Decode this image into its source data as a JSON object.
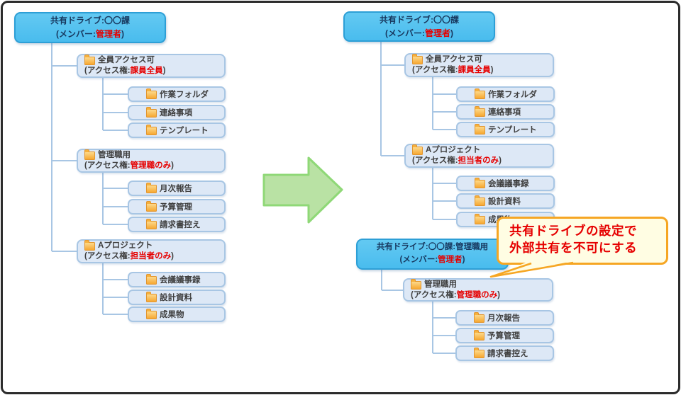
{
  "palette": {
    "root_fill": "#49bcee",
    "root_border": "#2d9fd6",
    "root_text": "#17375e",
    "node_fill": "#dde8f6",
    "node_border": "#a8c6e4",
    "node_text": "#3f3f3f",
    "highlight_red": "#e60000",
    "arrow_fill": "#b9e2a4",
    "arrow_border": "#8fd877",
    "callout_fill": "#fffde3",
    "callout_border": "#f6a623",
    "folder_icon": "#f6a832"
  },
  "left": {
    "root": {
      "title": "共有ドライブ:〇〇課",
      "member_prefix": "(メンバー:",
      "member": "管理者",
      "suffix": ")"
    },
    "groups": [
      {
        "name": "全員アクセス可",
        "access_prefix": "(アクセス権:",
        "access": "課員全員",
        "suffix": ")",
        "children": [
          "作業フォルダ",
          "連絡事項",
          "テンプレート"
        ]
      },
      {
        "name": "管理職用",
        "access_prefix": "(アクセス権:",
        "access": "管理職のみ",
        "suffix": ")",
        "children": [
          "月次報告",
          "予算管理",
          "請求書控え"
        ]
      },
      {
        "name": "Aプロジェクト",
        "access_prefix": "(アクセス権:",
        "access": "担当者のみ",
        "suffix": ")",
        "children": [
          "会議議事録",
          "設計資料",
          "成果物"
        ]
      }
    ]
  },
  "right": {
    "root": {
      "title": "共有ドライブ:〇〇課",
      "member_prefix": "(メンバー:",
      "member": "管理者",
      "suffix": ")"
    },
    "groups": [
      {
        "name": "全員アクセス可",
        "access_prefix": "(アクセス権:",
        "access": "課員全員",
        "suffix": ")",
        "children": [
          "作業フォルダ",
          "連絡事項",
          "テンプレート"
        ]
      },
      {
        "name": "Aプロジェクト",
        "access_prefix": "(アクセス権:",
        "access": "担当者のみ",
        "suffix": ")",
        "children": [
          "会議議事録",
          "設計資料",
          "成果物"
        ]
      }
    ]
  },
  "right2": {
    "root": {
      "title": "共有ドライブ:〇〇課:管理職用",
      "member_prefix": "(メンバー:",
      "member": "管理者",
      "suffix": ")"
    },
    "groups": [
      {
        "name": "管理職用",
        "access_prefix": "(アクセス権:",
        "access": "管理職のみ",
        "suffix": ")",
        "children": [
          "月次報告",
          "予算管理",
          "請求書控え"
        ]
      }
    ]
  },
  "callout": {
    "line1": "共有ドライブの設定で",
    "line2": "外部共有を不可にする"
  }
}
